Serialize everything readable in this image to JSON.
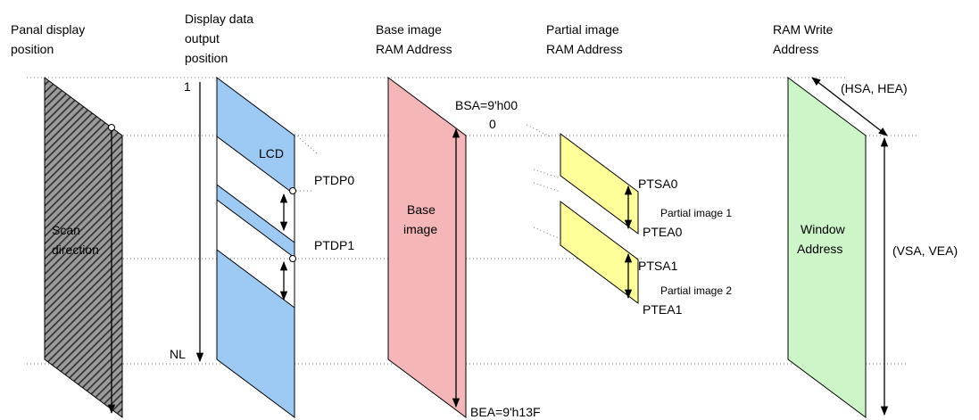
{
  "headers": {
    "panel_display_position": [
      "Panal display",
      "position"
    ],
    "display_data_output_position": [
      "Display data",
      "output",
      "position"
    ],
    "base_image_ram_address": [
      "Base image",
      "RAM Address"
    ],
    "partial_image_ram_address": [
      "Partial image",
      "RAM Address"
    ],
    "ram_write_address": [
      "RAM Write",
      "Address"
    ]
  },
  "panel": {
    "scan_direction": [
      "Scan",
      "direction"
    ]
  },
  "output": {
    "line_first": "1",
    "line_last": "NL",
    "lcd": "LCD",
    "ptdp0": "PTDP0",
    "ptdp1": "PTDP1"
  },
  "base": {
    "start_address": "BSA=9'h00",
    "start_zero": "0",
    "label": [
      "Base",
      "image"
    ],
    "end_address": "BEA=9'h13F"
  },
  "partial": {
    "ptsa0": "PTSA0",
    "ptea0": "PTEA0",
    "ptsa1": "PTSA1",
    "ptea1": "PTEA1",
    "image1": "Partial image 1",
    "image2": "Partial image 2"
  },
  "window": {
    "label": [
      "Window",
      "Address"
    ],
    "hsa_hea": "(HSA, HEA)",
    "vsa_vea": "(VSA, VEA)"
  },
  "colors": {
    "panel_dark": "#3a3a3a",
    "output_blue": "#9ccaf5",
    "base_pink": "#f4b6b8",
    "partial_yellow": "#ffff9a",
    "window_green": "#ccf6c8"
  }
}
